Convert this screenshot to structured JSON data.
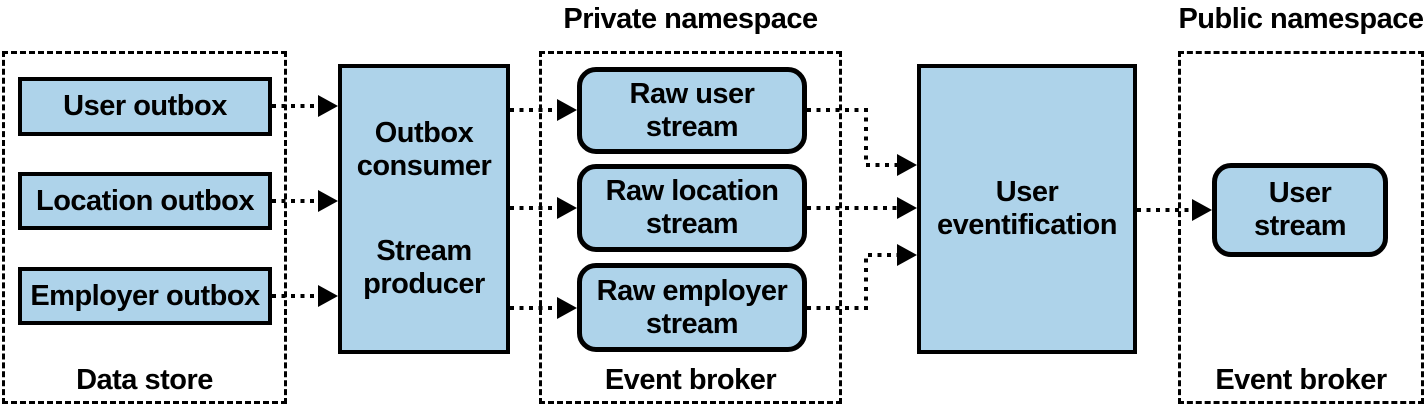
{
  "diagram": {
    "titles": {
      "private_namespace": "Private namespace",
      "public_namespace": "Public namespace"
    },
    "groups": {
      "data_store": {
        "label": "Data store"
      },
      "private_event_broker": {
        "label": "Event broker"
      },
      "public_event_broker": {
        "label": "Event broker"
      }
    },
    "nodes": {
      "user_outbox": "User outbox",
      "location_outbox": "Location outbox",
      "employer_outbox": "Employer outbox",
      "outbox_consumer": "Outbox\nconsumer",
      "stream_producer": "Stream\nproducer",
      "raw_user_stream": "Raw user\nstream",
      "raw_location_stream": "Raw location\nstream",
      "raw_employer_stream": "Raw employer\nstream",
      "user_eventification": "User\neventification",
      "user_stream": "User\nstream"
    },
    "colors": {
      "node_fill": "#AED3EA",
      "stroke": "#000000",
      "background": "#FFFFFF"
    },
    "edges": [
      {
        "from": "user_outbox",
        "to": "outbox_consumer"
      },
      {
        "from": "location_outbox",
        "to": "outbox_consumer"
      },
      {
        "from": "employer_outbox",
        "to": "outbox_consumer"
      },
      {
        "from": "outbox_consumer",
        "to": "raw_user_stream"
      },
      {
        "from": "outbox_consumer",
        "to": "raw_location_stream"
      },
      {
        "from": "outbox_consumer",
        "to": "raw_employer_stream"
      },
      {
        "from": "raw_user_stream",
        "to": "user_eventification"
      },
      {
        "from": "raw_location_stream",
        "to": "user_eventification"
      },
      {
        "from": "raw_employer_stream",
        "to": "user_eventification"
      },
      {
        "from": "user_eventification",
        "to": "user_stream"
      }
    ]
  }
}
